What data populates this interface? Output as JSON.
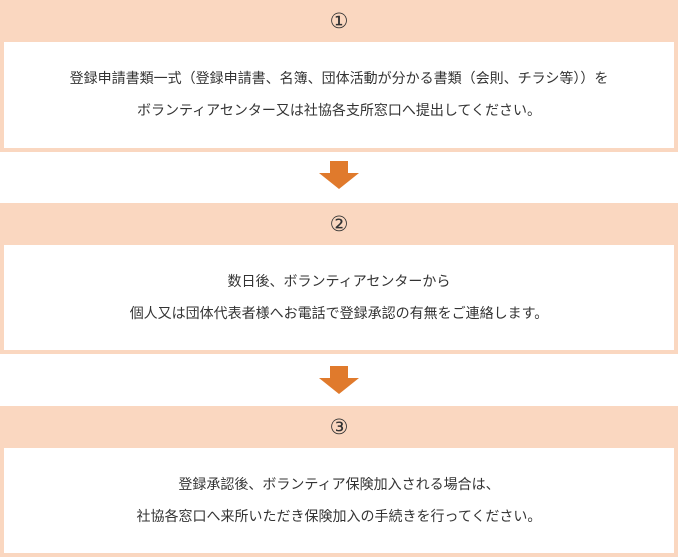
{
  "colors": {
    "step_background": "#fad7c0",
    "arrow": "#e07a2c",
    "text": "#333333"
  },
  "steps": [
    {
      "number": "①",
      "lines": [
        "登録申請書類一式（登録申請書、名簿、団体活動が分かる書類（会則、チラシ等））を",
        "ボランティアセンター又は社協各支所窓口へ提出してください。"
      ]
    },
    {
      "number": "②",
      "lines": [
        "数日後、ボランティアセンターから",
        "個人又は団体代表者様へお電話で登録承認の有無をご連絡します。"
      ]
    },
    {
      "number": "③",
      "lines": [
        "登録承認後、ボランティア保険加入される場合は、",
        "社協各窓口へ来所いただき保険加入の手続きを行ってください。"
      ]
    }
  ],
  "arrow_icon": "arrow-down-icon"
}
